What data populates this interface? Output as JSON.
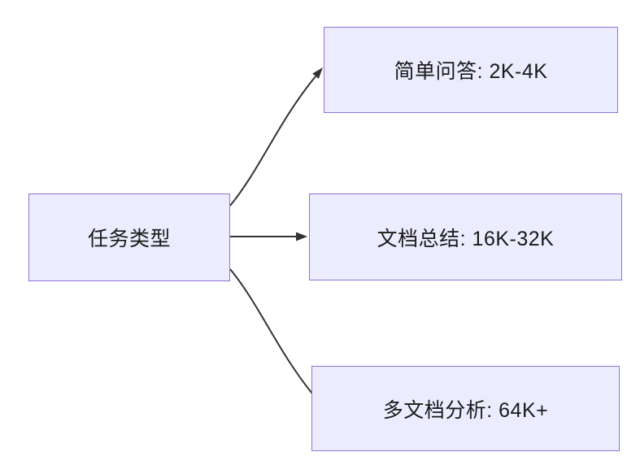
{
  "diagram": {
    "root_label": "任务类型",
    "branches": [
      {
        "label": "简单问答: 2K-4K"
      },
      {
        "label": "文档总结: 16K-32K"
      },
      {
        "label": "多文档分析: 64K+"
      }
    ],
    "colors": {
      "node_fill": "#ECECFF",
      "node_border": "#9370DB",
      "edge": "#333333",
      "text": "#1A1A1A"
    }
  }
}
